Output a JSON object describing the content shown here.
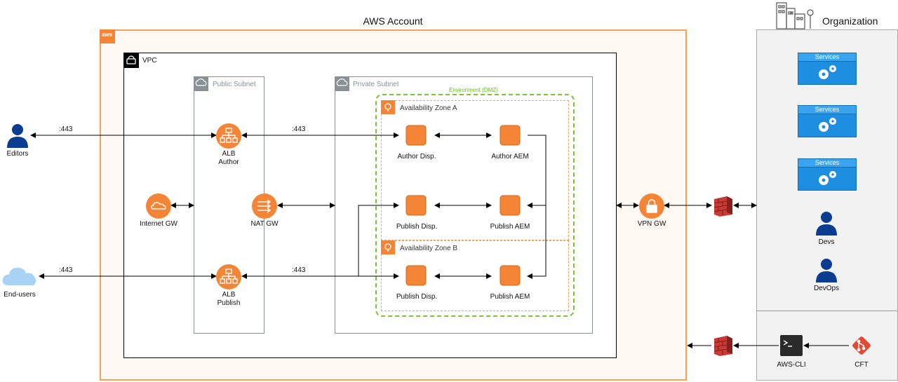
{
  "aws_account": {
    "title": "AWS Account",
    "badge": "aws"
  },
  "vpc": {
    "label": "VPC"
  },
  "public_subnet": {
    "label": "Public Subnet"
  },
  "private_subnet": {
    "label": "Private Subnet"
  },
  "environment": {
    "label": "Environment (DMZ)"
  },
  "az_a": {
    "label": "Availability Zone A"
  },
  "az_b": {
    "label": "Availability Zone B"
  },
  "nodes": {
    "editors": "Editors",
    "end_users": "End-users",
    "alb_author": [
      "ALB",
      "Author"
    ],
    "alb_publish": [
      "ALB",
      "Publish"
    ],
    "internet_gw": "Internet GW",
    "nat_gw": "NAT GW",
    "author_disp": "Author Disp.",
    "author_aem": "Author AEM",
    "publish_disp_a": "Publish Disp.",
    "publish_aem_a": "Publish AEM",
    "publish_disp_b": "Publish Disp.",
    "publish_aem_b": "Publish AEM",
    "vpn_gw": "VPN GW",
    "devs": "Devs",
    "devops": "DevOps",
    "aws_cli": "AWS-CLI",
    "cft": "CFT"
  },
  "ports": {
    "editors_port": ":443",
    "endusers_port": ":443",
    "author_port": ":443",
    "publish_port": ":443"
  },
  "organization": {
    "title": "Organization",
    "services": [
      "Services",
      "Services",
      "Services"
    ]
  },
  "colors": {
    "aws_orange": "#f58536",
    "vpc_border": "#000000",
    "subnet_border": "#879196",
    "env_green": "#7aa116",
    "user_blue": "#232f3e",
    "services_blue": "#1e8fe0",
    "firewall_red": "#b5322d"
  }
}
